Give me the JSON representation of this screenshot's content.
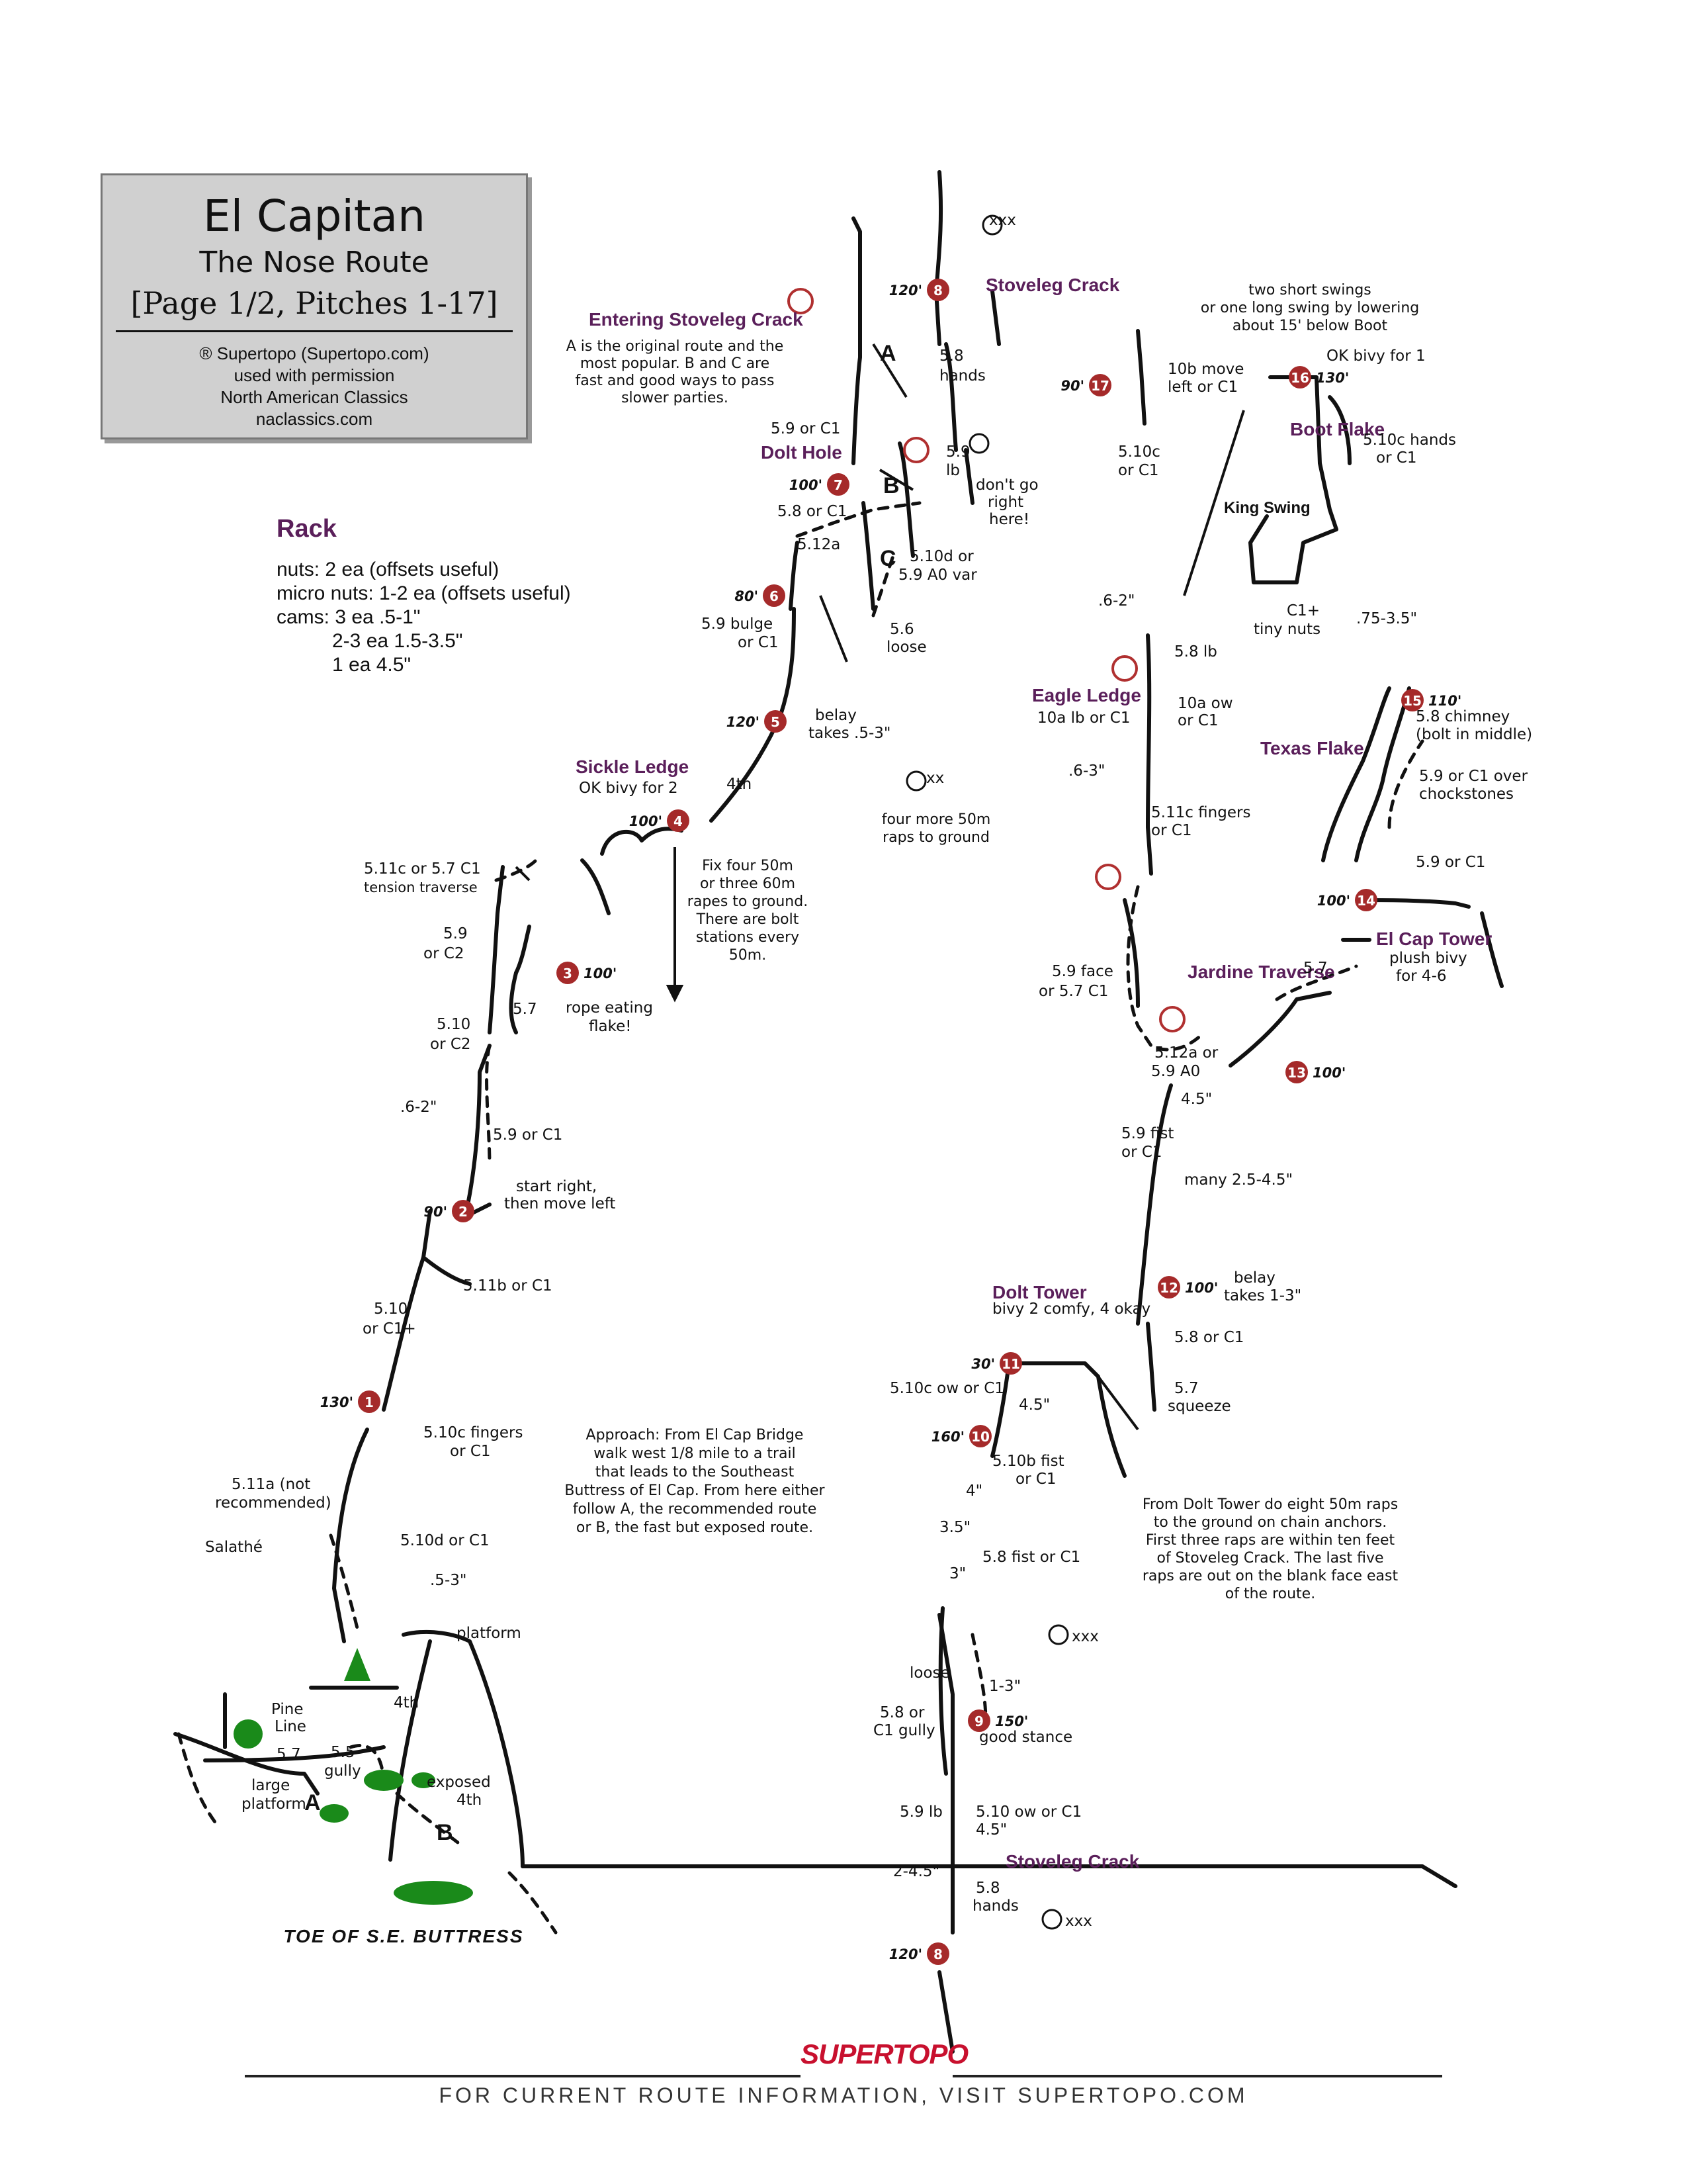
{
  "title": {
    "main": "El Capitan",
    "sub": "The Nose Route",
    "page": "[Page 1/2, Pitches 1-17]",
    "credits": [
      "® Supertopo (Supertopo.com)",
      "used with permission",
      "North American Classics",
      "naclassics.com"
    ]
  },
  "rack": {
    "heading": "Rack",
    "lines": [
      "nuts: 2 ea (offsets useful)",
      "micro nuts: 1-2 ea (offsets useful)",
      "cams: 3 ea .5-1\"",
      "2-3 ea 1.5-3.5\"",
      "1 ea 4.5\""
    ]
  },
  "colors": {
    "line": "#111111",
    "belay": "#a52a2a",
    "feature": "#5a1f5a",
    "tree": "#1a8a1a",
    "logo": "#c8102e"
  },
  "belays": [
    {
      "n": "1",
      "len": "130'"
    },
    {
      "n": "2",
      "len": "90'"
    },
    {
      "n": "3",
      "len": "100'"
    },
    {
      "n": "4",
      "len": "100'"
    },
    {
      "n": "5",
      "len": "120'"
    },
    {
      "n": "6",
      "len": "80'"
    },
    {
      "n": "7",
      "len": "100'"
    },
    {
      "n": "8",
      "len": "120'"
    },
    {
      "n": "8",
      "len": "120'"
    },
    {
      "n": "9",
      "len": "150'"
    },
    {
      "n": "10",
      "len": "160'"
    },
    {
      "n": "11",
      "len": "30'"
    },
    {
      "n": "12",
      "len": "100'"
    },
    {
      "n": "13",
      "len": "100'"
    },
    {
      "n": "14",
      "len": "100'"
    },
    {
      "n": "15",
      "len": "110'"
    },
    {
      "n": "16",
      "len": "130'"
    },
    {
      "n": "17",
      "len": "90'"
    }
  ],
  "features": [
    "Entering Stoveleg Crack",
    "Stoveleg Crack",
    "Dolt Hole",
    "Sickle Ledge",
    "Eagle Ledge",
    "Boot Flake",
    "King Swing",
    "Texas Flake",
    "El Cap Tower",
    "Jardine Traverse",
    "Dolt Tower",
    "Stoveleg Crack"
  ],
  "notes": {
    "entering": [
      "A is the original route and the",
      "most popular. B and C are",
      "fast and good ways to pass",
      "slower parties."
    ],
    "fix": [
      "Fix four 50m",
      "or three 60m",
      "rapes to ground.",
      "There are bolt",
      "stations every",
      "50m."
    ],
    "four_more": [
      "four more 50m",
      "raps to ground"
    ],
    "approach": [
      "Approach: From El Cap Bridge",
      "walk west 1/8 mile to a trail",
      "that leads to the Southeast",
      "Buttress of El Cap. From here either",
      "follow A, the recommended route",
      "or B, the fast but exposed route."
    ],
    "dolt_raps": [
      "From Dolt Tower do eight 50m raps",
      "to the ground on chain anchors.",
      "First three raps are within ten feet",
      "of Stoveleg Crack. The last five",
      "raps are out on the blank face east",
      "of the route."
    ],
    "swings": [
      "two short swings",
      "or one long swing by lowering",
      "about 15' below Boot"
    ],
    "toe": "TOE OF S.E. BUTTRESS"
  },
  "footer": {
    "logo": "SUPERTOPO",
    "text": "FOR CURRENT ROUTE INFORMATION, VISIT SUPERTOPO.COM"
  }
}
